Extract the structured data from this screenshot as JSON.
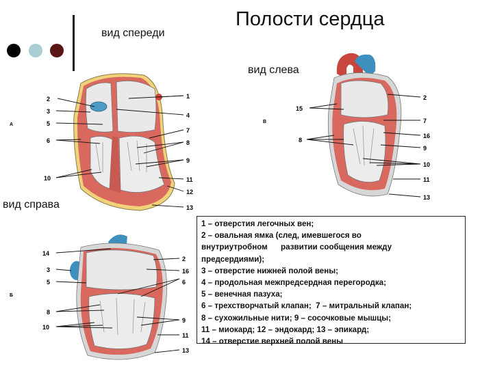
{
  "title": "Полости сердца",
  "view_labels": {
    "front": "вид спереди",
    "left": "вид слева",
    "right": "вид справа"
  },
  "panel_letters": {
    "a": "А",
    "b": "Б",
    "v": "В"
  },
  "decor_dots": [
    {
      "color": "#000000"
    },
    {
      "color": "#a9cfd4"
    },
    {
      "color": "#5a1414"
    }
  ],
  "figure_a": {
    "left_labels": [
      "2",
      "3",
      "5",
      "6",
      "10"
    ],
    "right_labels": [
      "1",
      "4",
      "7",
      "8",
      "9",
      "11",
      "12",
      "13"
    ]
  },
  "figure_v": {
    "left_labels": [
      "15",
      "8"
    ],
    "right_labels": [
      "2",
      "7",
      "16",
      "9",
      "10",
      "11",
      "13"
    ]
  },
  "figure_b": {
    "left_labels": [
      "14",
      "3",
      "5",
      "8",
      "10"
    ],
    "right_labels": [
      "2",
      "16",
      "6",
      "9",
      "11",
      "13"
    ]
  },
  "legend": [
    "1 – отверстия легочных вен;",
    "2 – овальная ямка (след, имевшегося во",
    "внутриутробном      развитии сообщения между",
    "предсердиями);",
    "3 – отверстие нижней полой вены;",
    "4 – продольная межпредсердная перегородка;",
    "5 – венечная пазуха;",
    "6 – трехстворчатый клапан;  7 – митральный клапан;",
    "8 – сухожильные нити; 9 – сосочковые мышцы;",
    "11 – миокард; 12 – эндокард; 13 – эпикард;",
    "14 – отверстие верхней полой вены"
  ],
  "colors": {
    "myocardium": "#d9695f",
    "chamber": "#e9e9e9",
    "epicardium": "#efd27a",
    "vessel_blue": "#3d8fbe",
    "vessel_red": "#c9463f"
  }
}
